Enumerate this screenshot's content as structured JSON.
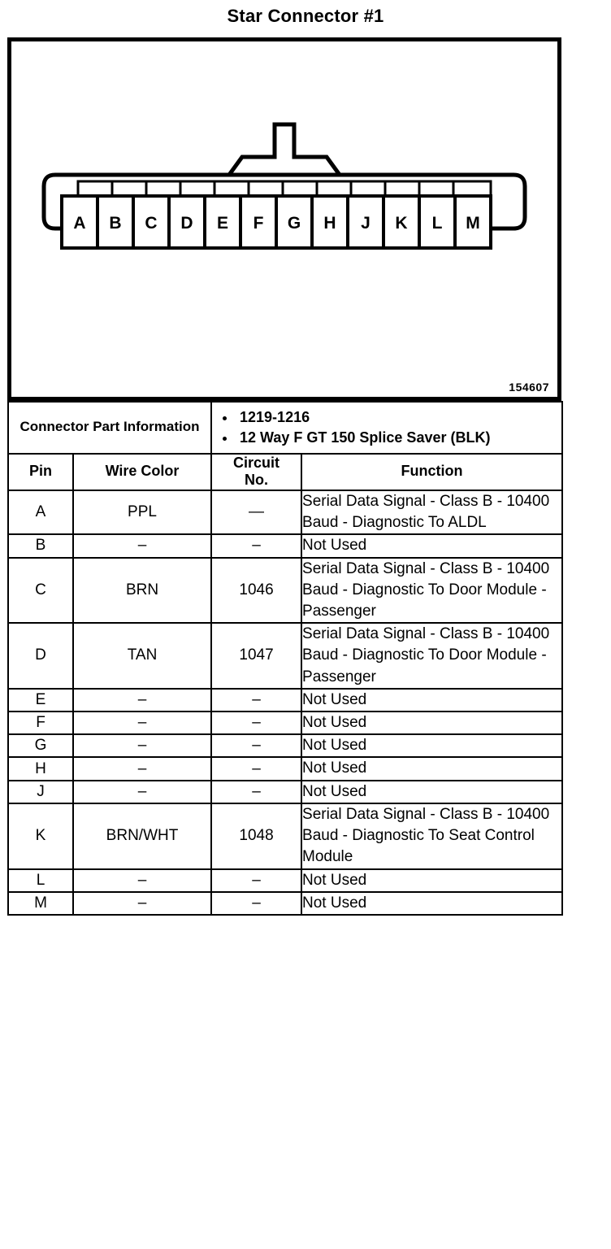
{
  "title": "Star Connector #1",
  "diagram": {
    "figure_number": "154607",
    "connector_type": "12-way female connector face view",
    "pins": [
      "A",
      "B",
      "C",
      "D",
      "E",
      "F",
      "G",
      "H",
      "J",
      "K",
      "L",
      "M"
    ]
  },
  "connector_part_information": {
    "label": "Connector Part Information",
    "items": [
      "1219-1216",
      "12 Way F GT 150 Splice Saver (BLK)"
    ]
  },
  "table": {
    "headers": {
      "pin": "Pin",
      "wire_color": "Wire Color",
      "circuit_no_line1": "Circuit",
      "circuit_no_line2": "No.",
      "function": "Function"
    },
    "rows": [
      {
        "pin": "A",
        "wire_color": "PPL",
        "circuit_no": "—",
        "function": "Serial Data Signal - Class B - 10400 Baud - Diagnostic To ALDL"
      },
      {
        "pin": "B",
        "wire_color": "–",
        "circuit_no": "–",
        "function": "Not Used"
      },
      {
        "pin": "C",
        "wire_color": "BRN",
        "circuit_no": "1046",
        "function": "Serial Data Signal - Class B - 10400 Baud - Diagnostic To Door Module - Passenger"
      },
      {
        "pin": "D",
        "wire_color": "TAN",
        "circuit_no": "1047",
        "function": "Serial Data Signal - Class B - 10400 Baud - Diagnostic To Door Module - Passenger"
      },
      {
        "pin": "E",
        "wire_color": "–",
        "circuit_no": "–",
        "function": "Not Used"
      },
      {
        "pin": "F",
        "wire_color": "–",
        "circuit_no": "–",
        "function": "Not Used"
      },
      {
        "pin": "G",
        "wire_color": "–",
        "circuit_no": "–",
        "function": "Not Used"
      },
      {
        "pin": "H",
        "wire_color": "–",
        "circuit_no": "–",
        "function": "Not Used"
      },
      {
        "pin": "J",
        "wire_color": "–",
        "circuit_no": "–",
        "function": "Not Used"
      },
      {
        "pin": "K",
        "wire_color": "BRN/WHT",
        "circuit_no": "1048",
        "function": "Serial Data Signal - Class B - 10400 Baud - Diagnostic To Seat Control Module"
      },
      {
        "pin": "L",
        "wire_color": "–",
        "circuit_no": "–",
        "function": "Not Used"
      },
      {
        "pin": "M",
        "wire_color": "–",
        "circuit_no": "–",
        "function": "Not Used"
      }
    ]
  }
}
